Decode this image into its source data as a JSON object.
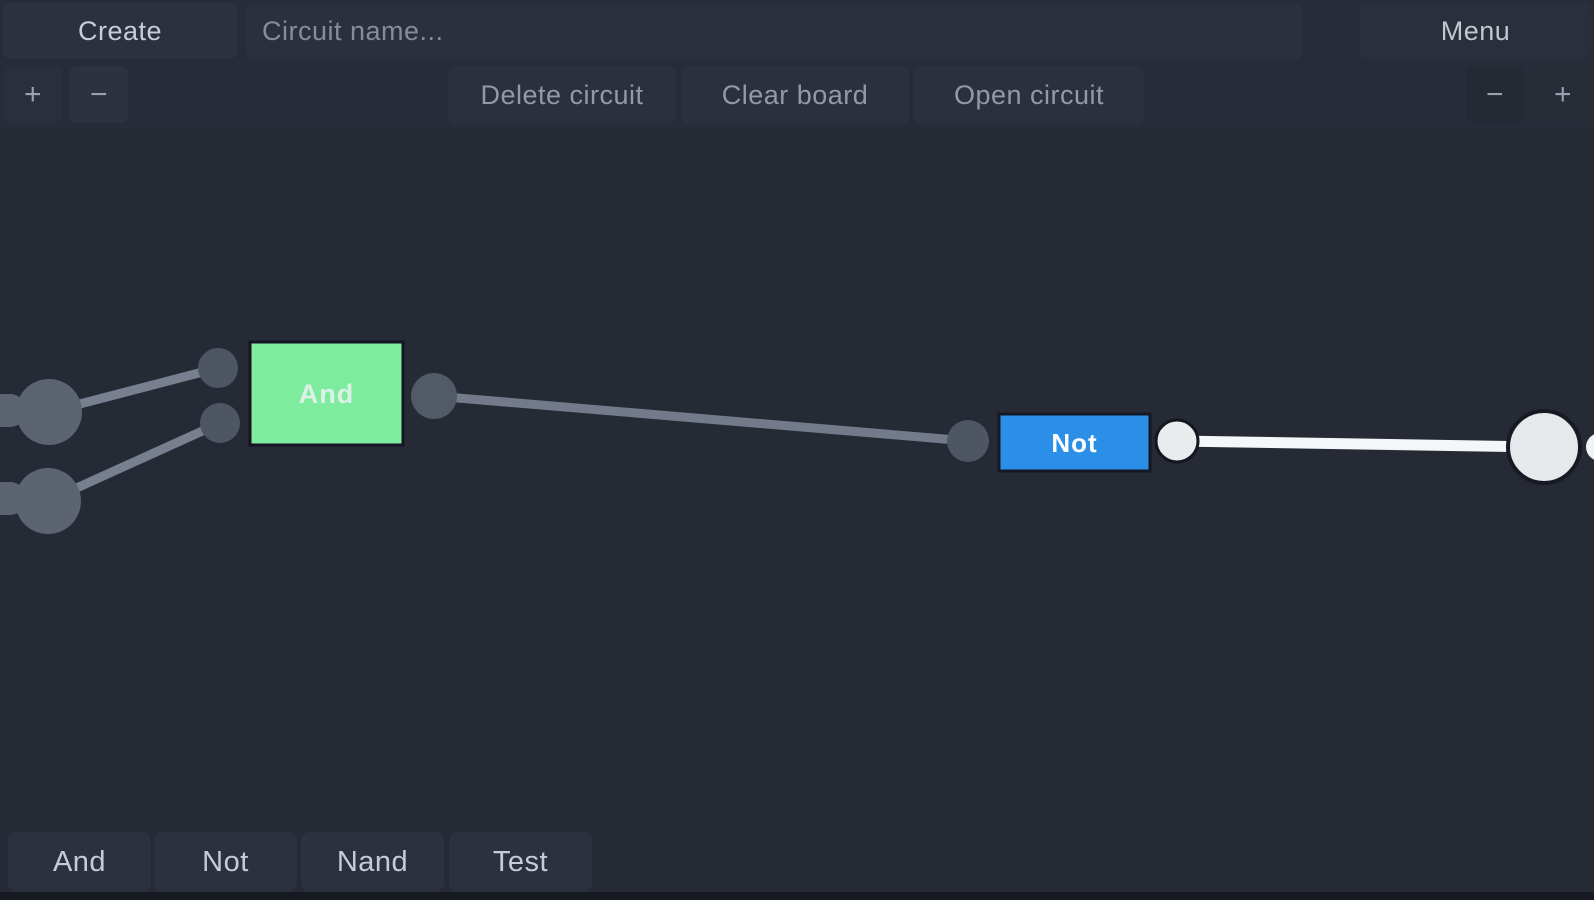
{
  "header": {
    "create_label": "Create",
    "circuit_name_placeholder": "Circuit name...",
    "menu_label": "Menu"
  },
  "toolbar": {
    "zoom_in_left": "+",
    "zoom_out_left": "−",
    "delete_circuit": "Delete circuit",
    "clear_board": "Clear board",
    "open_circuit": "Open circuit",
    "zoom_out_right": "−",
    "zoom_in_right": "+"
  },
  "canvas": {
    "gates": [
      {
        "label": "And",
        "color": "#7dec9f",
        "border": "#171425",
        "text_color": "#ddf2e4"
      },
      {
        "label": "Not",
        "color": "#2b8fe8",
        "border": "#141824",
        "text_color": "#ffffff"
      }
    ],
    "colors": {
      "wire_off": "#78808f",
      "wire_on": "#f4f6f8",
      "input_node": "#5c6472",
      "pin": "#4e5664",
      "output_pin_fill": "#e9ebef",
      "output_node_fill": "#e6e8ec",
      "dark_ring": "#14171f"
    }
  },
  "palette": {
    "items": [
      {
        "label": "And"
      },
      {
        "label": "Not"
      },
      {
        "label": "Nand"
      },
      {
        "label": "Test"
      }
    ]
  }
}
